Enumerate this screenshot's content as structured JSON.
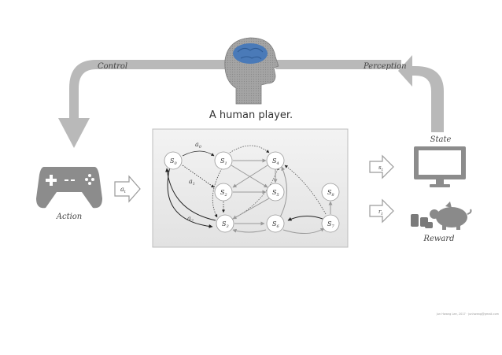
{
  "top_loop": {
    "control_label": "Control",
    "perception_label": "Perception",
    "caption": "A human player."
  },
  "left_agent": {
    "action_label": "Action",
    "action_arrow_label": "a",
    "action_arrow_sub": "t"
  },
  "right_env": {
    "state_label": "State",
    "state_arrow_label": "s",
    "state_arrow_sub": "t",
    "reward_label": "Reward",
    "reward_arrow_label": "r",
    "reward_arrow_sub": "t"
  },
  "mdp": {
    "nodes": [
      {
        "id": "S0",
        "label": "S",
        "sub": "0"
      },
      {
        "id": "S1",
        "label": "S",
        "sub": "1"
      },
      {
        "id": "S4",
        "label": "S",
        "sub": "4"
      },
      {
        "id": "S2",
        "label": "S",
        "sub": "2"
      },
      {
        "id": "S5",
        "label": "S",
        "sub": "5"
      },
      {
        "id": "S8",
        "label": "S",
        "sub": "8"
      },
      {
        "id": "S3",
        "label": "S",
        "sub": "3"
      },
      {
        "id": "S6",
        "label": "S",
        "sub": "6"
      },
      {
        "id": "S7",
        "label": "S",
        "sub": "7"
      }
    ],
    "actions": [
      {
        "label": "a",
        "sub": "0"
      },
      {
        "label": "a",
        "sub": "1"
      },
      {
        "label": "a",
        "sub": "2"
      }
    ]
  },
  "credit": "Jun Hwang Lee, 2017 · junhwang@gmail.com",
  "colors": {
    "big_arrow": "#b9b9b9",
    "brain": "#4a7ab8",
    "head": "#9a9a9a",
    "panel_bg": "#eeeeee",
    "node_fill": "#ffffff"
  }
}
